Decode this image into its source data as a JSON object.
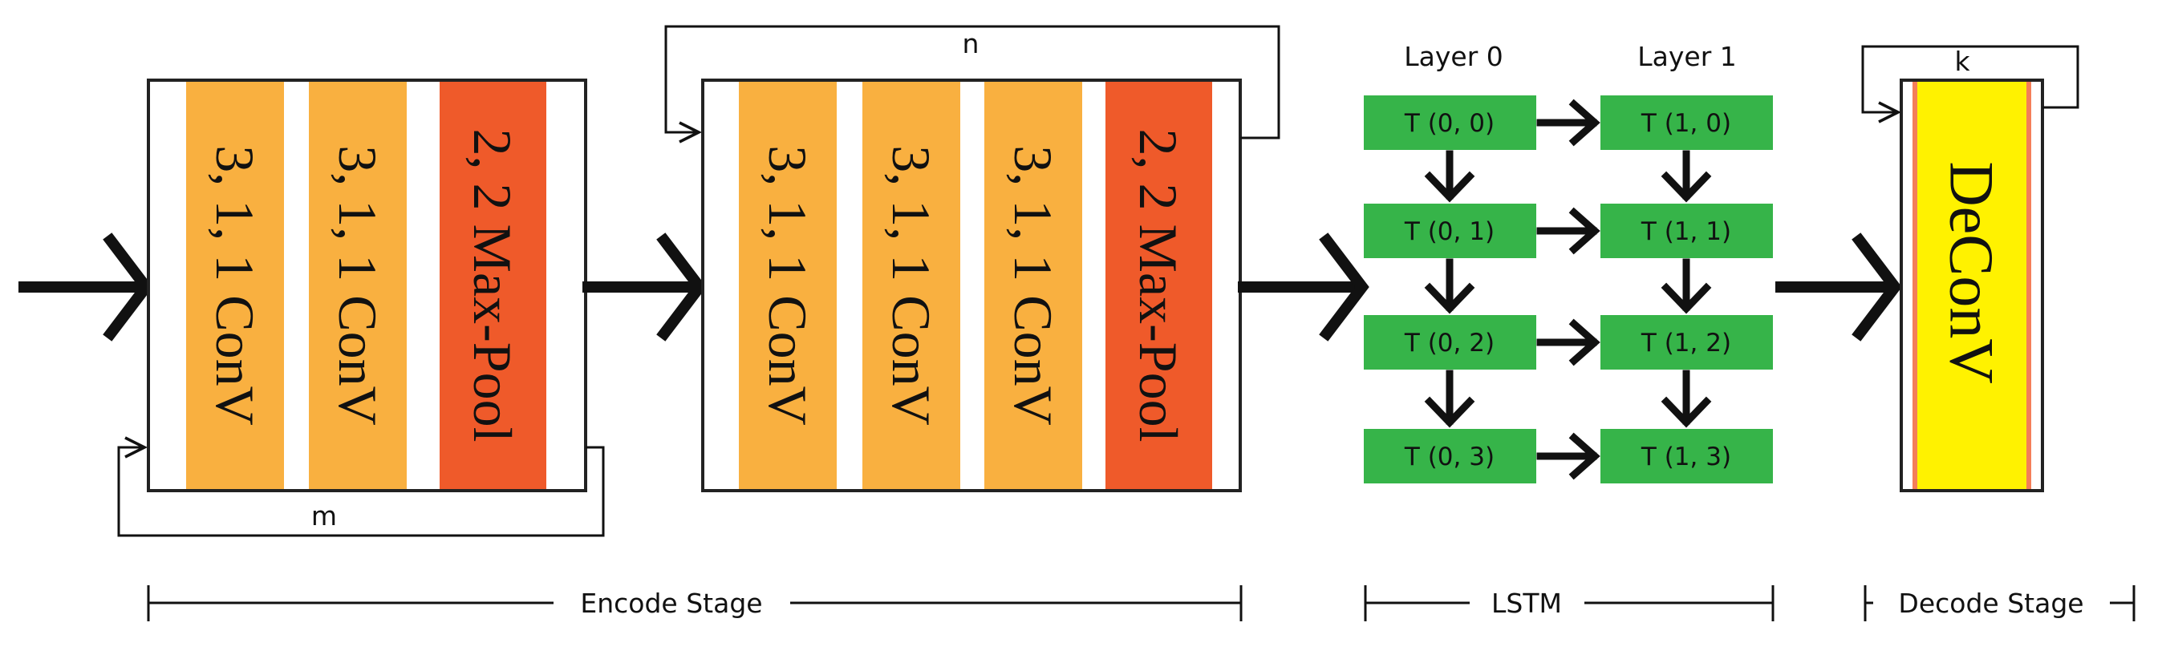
{
  "colors": {
    "conv": "#F9B040",
    "pool": "#EF5A2A",
    "lstm": "#36B449",
    "deconv": "#FFF200",
    "deconv_edge": "#F47E59",
    "line": "#111111",
    "box_border": "#222222"
  },
  "encode": {
    "block1": {
      "layers": [
        "3, 1, 1 ConV",
        "3, 1, 1 ConV",
        "2, 2 Max-Pool"
      ],
      "loop_label": "m"
    },
    "block2": {
      "layers": [
        "3, 1, 1 ConV",
        "3, 1, 1 ConV",
        "3, 1, 1 ConV",
        "2, 2 Max-Pool"
      ],
      "loop_label": "n"
    }
  },
  "lstm": {
    "layer_headers": [
      "Layer 0",
      "Layer 1"
    ],
    "cells": [
      [
        "T (0, 0)",
        "T (0, 1)",
        "T (0, 2)",
        "T (0, 3)"
      ],
      [
        "T (1, 0)",
        "T (1, 1)",
        "T (1, 2)",
        "T (1, 3)"
      ]
    ]
  },
  "decode": {
    "layer": "DeConV",
    "loop_label": "k"
  },
  "stages": {
    "encode": "Encode Stage",
    "lstm": "LSTM",
    "decode": "Decode Stage"
  },
  "icons": {
    "arrow": "bold-right-arrow",
    "down_arrow": "bold-down-arrow"
  }
}
